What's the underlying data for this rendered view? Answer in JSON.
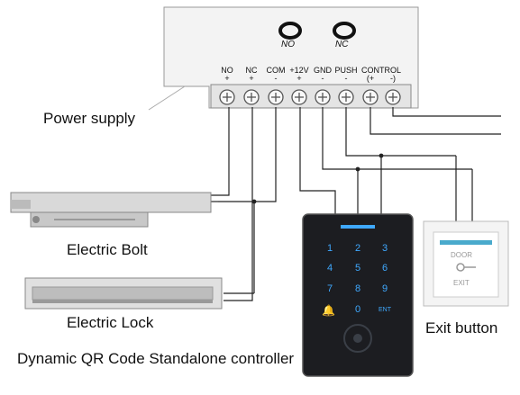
{
  "power_supply": {
    "label": "Power supply",
    "indicators": [
      "NO",
      "NC"
    ],
    "terminals": [
      {
        "name": "NO",
        "sign": "+"
      },
      {
        "name": "NC",
        "sign": "+"
      },
      {
        "name": "COM",
        "sign": "-"
      },
      {
        "name": "+12V",
        "sign": "+"
      },
      {
        "name": "GND",
        "sign": "-"
      },
      {
        "name": "PUSH",
        "sign": "-"
      },
      {
        "name": "CONTROL",
        "sign": "(+"
      },
      {
        "name": "",
        "sign": "-)"
      }
    ]
  },
  "devices": {
    "bolt": "Electric Bolt",
    "lock": "Electric Lock",
    "exit": "Exit button",
    "controller": "Dynamic QR Code Standalone controller"
  },
  "keypad": {
    "keys": [
      "1",
      "2",
      "3",
      "4",
      "5",
      "6",
      "7",
      "8",
      "9",
      "0"
    ],
    "bell_icon": "bell-icon",
    "ent": "ENT"
  },
  "exit_button": {
    "top": "DOOR",
    "bottom": "EXIT"
  },
  "colors": {
    "wire": "#222222",
    "panel": "#f0f0f0",
    "keypad": "#1c1d21",
    "key_text": "#3fa9ff"
  }
}
